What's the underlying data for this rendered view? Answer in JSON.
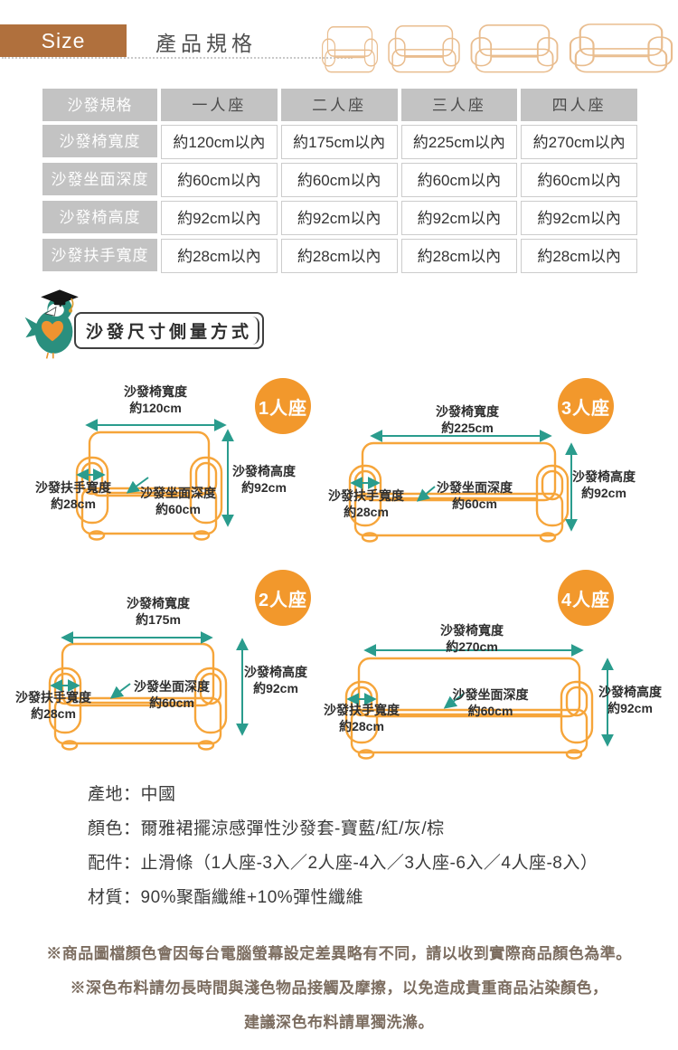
{
  "header": {
    "badge": "Size",
    "title": "產品規格",
    "icons": [
      "sofa-1seat-icon",
      "sofa-2seat-icon",
      "sofa-3seat-icon",
      "sofa-4seat-icon"
    ]
  },
  "colors": {
    "badge_brown": "#b0703d",
    "accent_orange": "#f2982c",
    "sofa_outline_orange": "#f6a53a",
    "icon_outline_tan": "#e9bd8f",
    "arrow_teal": "#2a9c8d",
    "mascot_teal": "#2a8f7e",
    "table_gray": "#c3c3c3",
    "footer_brown": "#7c6d60"
  },
  "spec_table": {
    "columns": [
      "沙發規格",
      "一人座",
      "二人座",
      "三人座",
      "四人座"
    ],
    "rows": [
      {
        "label": "沙發椅寬度",
        "values": [
          "約120cm以內",
          "約175cm以內",
          "約225cm以內",
          "約270cm以內"
        ]
      },
      {
        "label": "沙發坐面深度",
        "values": [
          "約60cm以內",
          "約60cm以內",
          "約60cm以內",
          "約60cm以內"
        ]
      },
      {
        "label": "沙發椅高度",
        "values": [
          "約92cm以內",
          "約92cm以內",
          "約92cm以內",
          "約92cm以內"
        ]
      },
      {
        "label": "沙發扶手寬度",
        "values": [
          "約28cm以內",
          "約28cm以內",
          "約28cm以內",
          "約28cm以內"
        ]
      }
    ]
  },
  "measure_section": {
    "title": "沙發尺寸側量方式",
    "mascot": "graduate-bird-mascot"
  },
  "diagrams": [
    {
      "badge": "1人座",
      "width_label": "沙發椅寬度",
      "width_value": "約120cm",
      "height_label": "沙發椅高度",
      "height_value": "約92cm",
      "armrest_label": "沙發扶手寬度",
      "armrest_value": "約28cm",
      "depth_label": "沙發坐面深度",
      "depth_value": "約60cm"
    },
    {
      "badge": "2人座",
      "width_label": "沙發椅寬度",
      "width_value": "約175m",
      "height_label": "沙發椅高度",
      "height_value": "約92cm",
      "armrest_label": "沙發扶手寬度",
      "armrest_value": "約28cm",
      "depth_label": "沙發坐面深度",
      "depth_value": "約60cm"
    },
    {
      "badge": "3人座",
      "width_label": "沙發椅寬度",
      "width_value": "約225cm",
      "height_label": "沙發椅高度",
      "height_value": "約92cm",
      "armrest_label": "沙發扶手寬度",
      "armrest_value": "約28cm",
      "depth_label": "沙發坐面深度",
      "depth_value": "約60cm"
    },
    {
      "badge": "4人座",
      "width_label": "沙發椅寬度",
      "width_value": "約270cm",
      "height_label": "沙發椅高度",
      "height_value": "約92cm",
      "armrest_label": "沙發扶手寬度",
      "armrest_value": "約28cm",
      "depth_label": "沙發坐面深度",
      "depth_value": "約60cm"
    }
  ],
  "product_info": {
    "lines": [
      "產地：中國",
      "顏色：爾雅裙擺涼感彈性沙發套-寶藍/紅/灰/棕",
      "配件：止滑條（1人座-3入／2人座-4入／3人座-6入／4人座-8入）",
      "材質：90%聚酯纖維+10%彈性纖維"
    ]
  },
  "notes": {
    "lines": [
      "※商品圖檔顏色會因每台電腦螢幕設定差異略有不同，請以收到實際商品顏色為準。",
      "※深色布料請勿長時間與淺色物品接觸及摩擦，以免造成貴重商品沾染顏色，",
      "建議深色布料請單獨洗滌。"
    ]
  }
}
